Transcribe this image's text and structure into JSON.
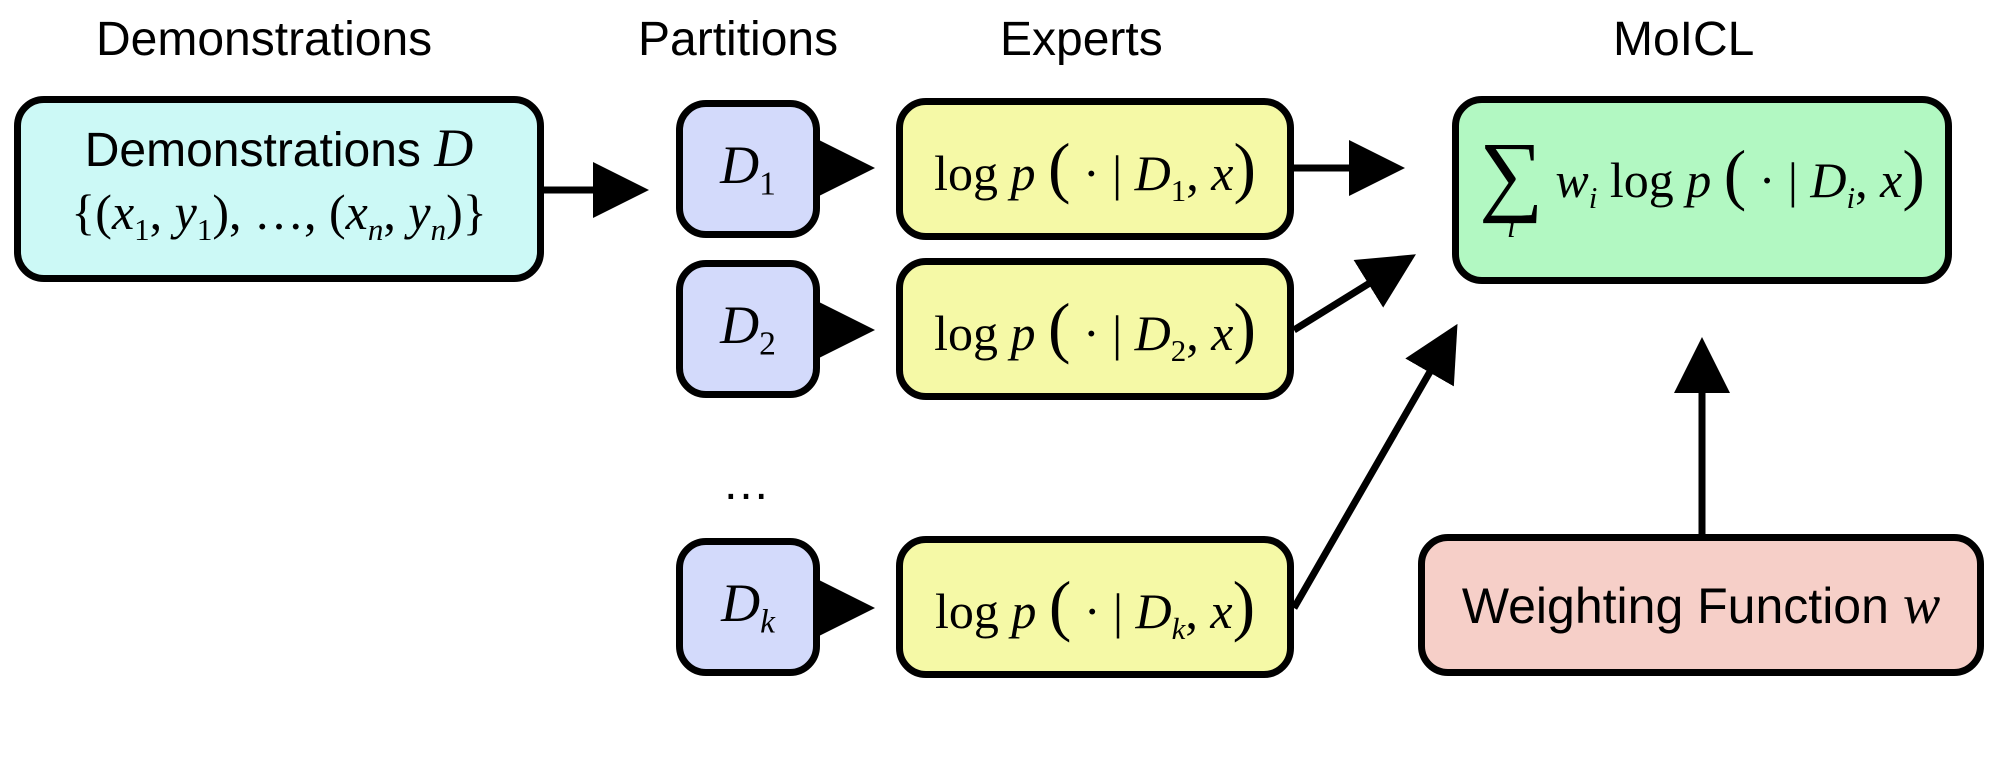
{
  "headers": {
    "demonstrations": "Demonstrations",
    "partitions": "Partitions",
    "experts": "Experts",
    "moicl": "MoICL"
  },
  "demonstrations_box": {
    "label": "Demonstrations",
    "symbol": "D",
    "set_open": "{(",
    "x1": "x",
    "y1": "y",
    "one": "1",
    "ellipsis": "…",
    "xn": "x",
    "yn": "y",
    "n": "n",
    "set_close": ")}"
  },
  "partitions": [
    {
      "symbol": "D",
      "sub": "1"
    },
    {
      "symbol": "D",
      "sub": "2"
    },
    {
      "symbol": "D",
      "sub": "k"
    }
  ],
  "ellipsis": "…",
  "experts": [
    {
      "log": "log",
      "p": "p",
      "dot": "·",
      "bar": "|",
      "symbol": "D",
      "sub": "1",
      "x": "x"
    },
    {
      "log": "log",
      "p": "p",
      "dot": "·",
      "bar": "|",
      "symbol": "D",
      "sub": "2",
      "x": "x"
    },
    {
      "log": "log",
      "p": "p",
      "dot": "·",
      "bar": "|",
      "symbol": "D",
      "sub": "k",
      "x": "x"
    }
  ],
  "moicl_box": {
    "sum": "∑",
    "index": "i",
    "w": "w",
    "wi": "i",
    "log": "log",
    "p": "p",
    "dot": "·",
    "bar": "|",
    "symbol": "D",
    "sub": "i",
    "x": "x"
  },
  "weighting_box": {
    "label": "Weighting Function",
    "symbol": "w"
  },
  "colors": {
    "demonstrations_fill": "#ccf9f6",
    "partition_fill": "#d3dafb",
    "expert_fill": "#f5f9a6",
    "moicl_fill": "#b2f8c2",
    "weighting_fill": "#f6cfc8",
    "stroke": "#000000"
  }
}
